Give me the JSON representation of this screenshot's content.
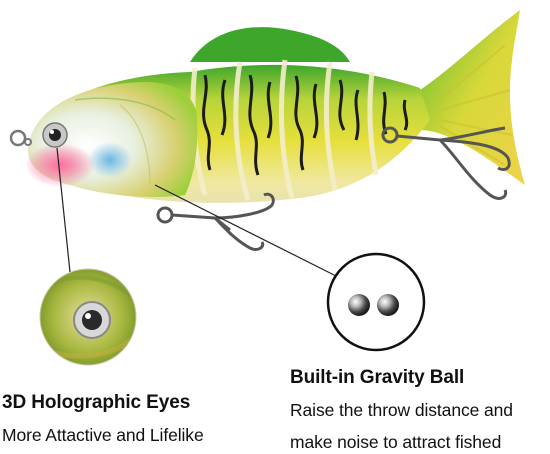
{
  "features": {
    "eyes": {
      "title": "3D Holographic Eyes",
      "description": "More Attactive and Lifelike"
    },
    "gravity_ball": {
      "title": "Built-in Gravity Ball",
      "description_line1": "Raise the throw distance and",
      "description_line2": "make noise to attract fished"
    }
  },
  "colors": {
    "lure_back": "#3fa62c",
    "lure_body": "#e6df3c",
    "lure_belly": "#f0e8a0",
    "lure_nose": "#f2467e",
    "lure_cheek": "#4aa8e6",
    "stripe": "#1c1c1c",
    "hook": "#555555",
    "text": "#111111"
  },
  "icons": [
    "fishing-lure-image",
    "eye-closeup-image",
    "steel-balls-image",
    "treble-hook-icon"
  ]
}
